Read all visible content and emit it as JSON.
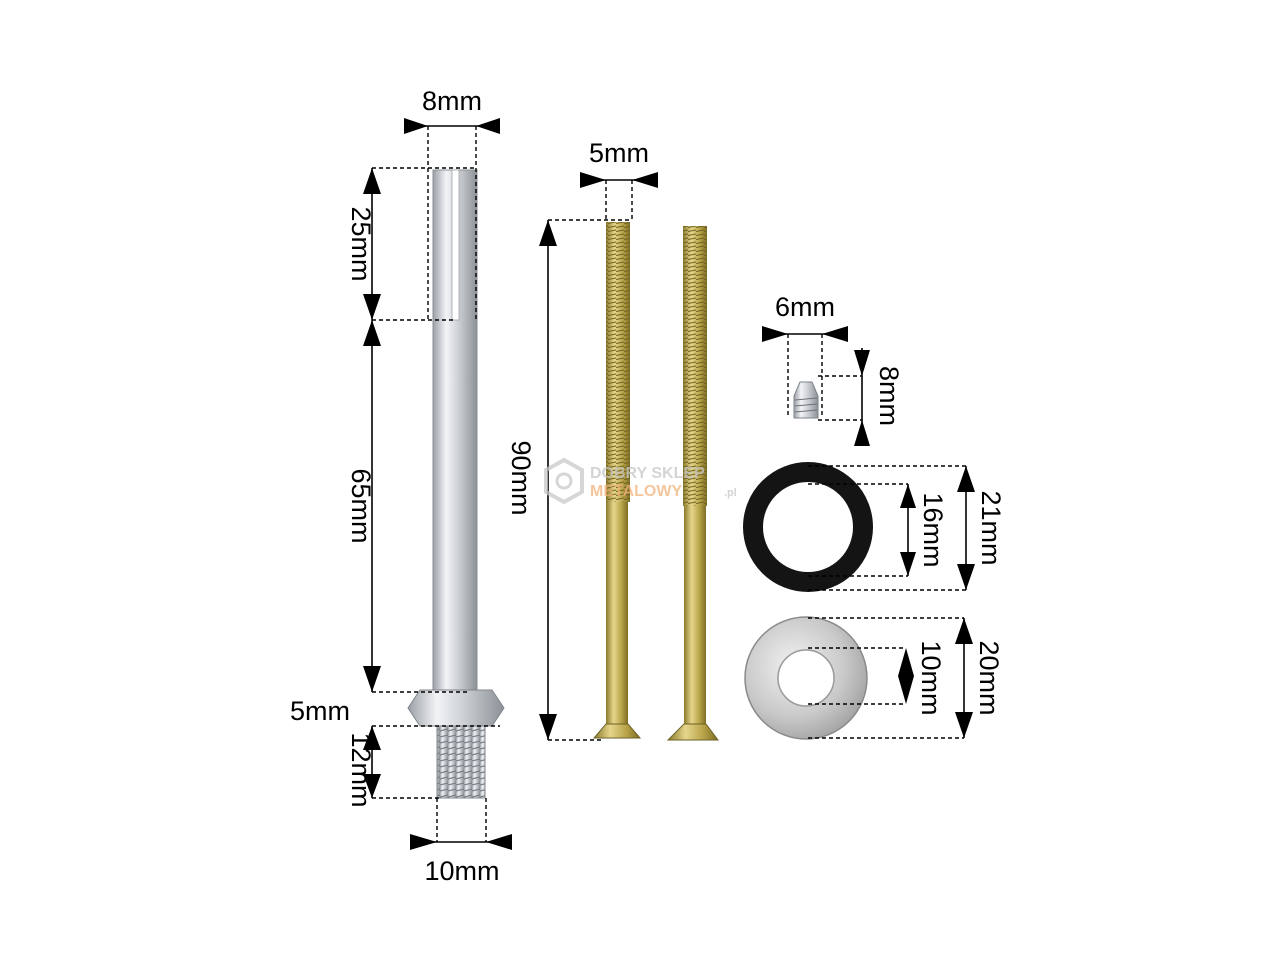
{
  "dimensions": {
    "spindle_top_width": "8mm",
    "spindle_slot_length": "25mm",
    "spindle_square_length": "65mm",
    "spindle_nut_height": "5mm",
    "spindle_thread_length": "12mm",
    "spindle_thread_diameter": "10mm",
    "screw_diameter": "5mm",
    "screw_length": "90mm",
    "grub_screw_diameter": "6mm",
    "grub_screw_length": "8mm",
    "rubber_ring_outer": "21mm",
    "rubber_ring_inner": "16mm",
    "washer_outer": "20mm",
    "washer_inner": "10mm"
  },
  "watermark": {
    "line1": "DOBRY SKLEP",
    "line2": "METALOWY",
    "suffix": ".pl"
  },
  "colors": {
    "steel": "#c8ccd0",
    "brass": "#b8a040",
    "rubber": "#151515",
    "dimension": "#000000",
    "watermark_orange": "#f2b27a",
    "watermark_gray": "#c6c6c6"
  }
}
